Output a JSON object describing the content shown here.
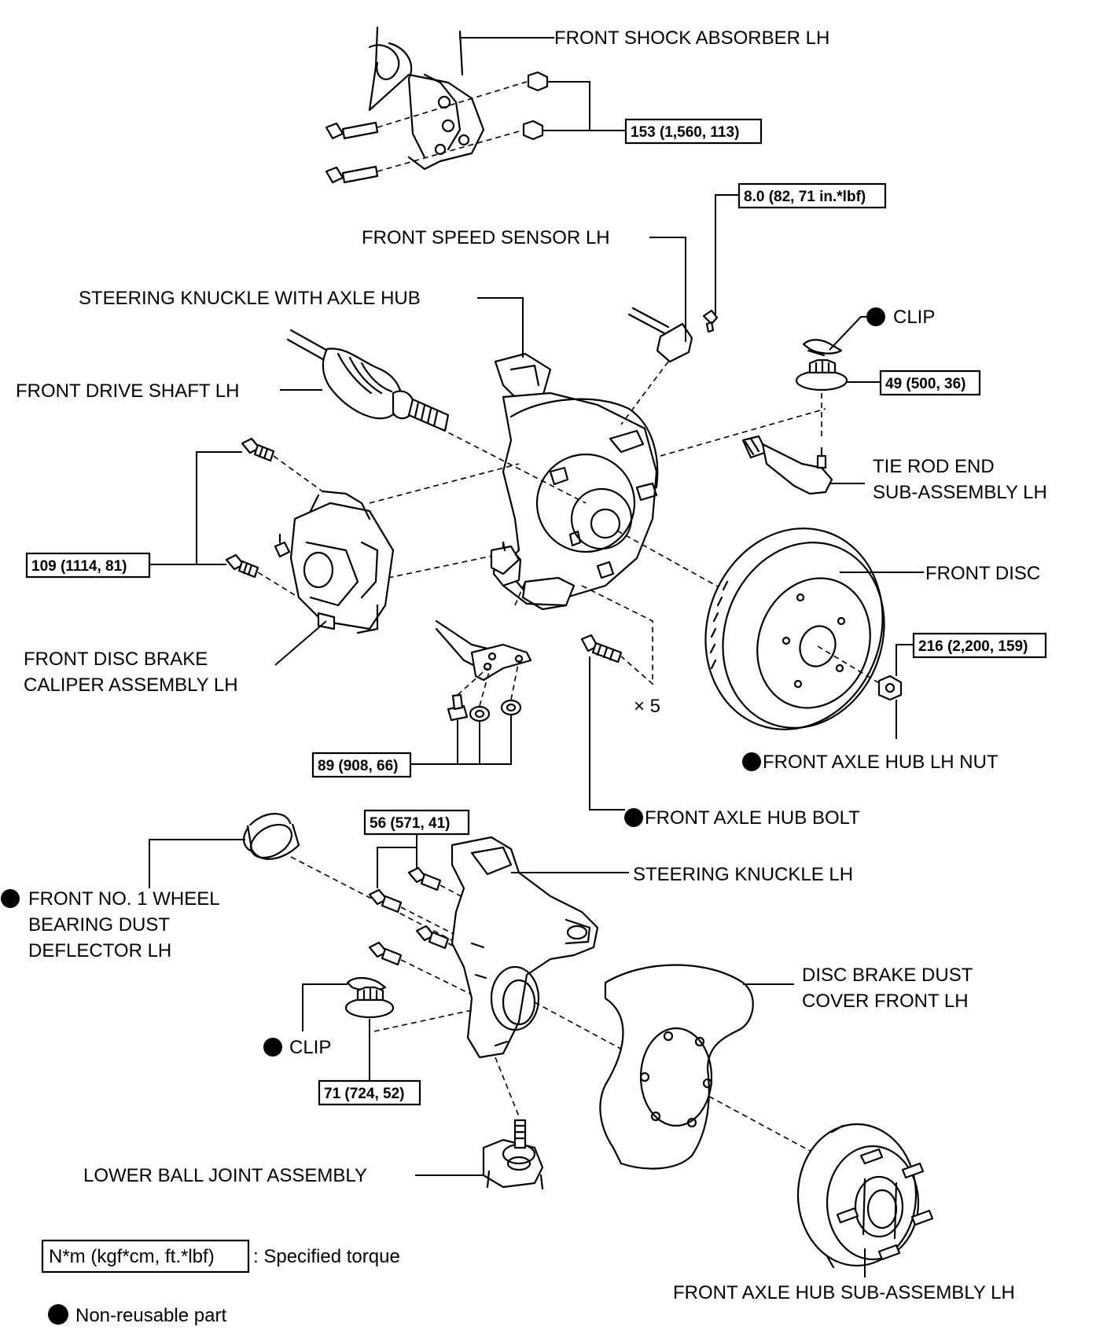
{
  "labels": {
    "front_shock_absorber": "FRONT SHOCK ABSORBER LH",
    "front_speed_sensor": "FRONT SPEED SENSOR LH",
    "steering_knuckle_with_axle_hub": "STEERING KNUCKLE WITH AXLE HUB",
    "clip_top": "CLIP",
    "front_drive_shaft": "FRONT DRIVE SHAFT LH",
    "tie_rod_end_line1": "TIE ROD END",
    "tie_rod_end_line2": "SUB-ASSEMBLY LH",
    "front_disc": "FRONT DISC",
    "caliper_line1": "FRONT DISC BRAKE",
    "caliper_line2": "CALIPER ASSEMBLY LH",
    "times_five": "× 5",
    "axle_hub_nut": "FRONT AXLE HUB LH NUT",
    "axle_hub_bolt": "FRONT AXLE HUB BOLT",
    "steering_knuckle": "STEERING KNUCKLE LH",
    "dust_deflector_line1": "FRONT NO. 1 WHEEL",
    "dust_deflector_line2": "BEARING DUST",
    "dust_deflector_line3": "DEFLECTOR LH",
    "dust_cover_line1": "DISC BRAKE DUST",
    "dust_cover_line2": "COVER FRONT LH",
    "clip_bottom": "CLIP",
    "lower_ball_joint": "LOWER BALL JOINT ASSEMBLY",
    "axle_hub_sub_assembly": "FRONT AXLE HUB SUB-ASSEMBLY LH"
  },
  "torques": {
    "shock_bolts": "153 (1,560, 113)",
    "speed_sensor_bolt": "8.0 (82, 71 in.*lbf)",
    "tie_rod_nut": "49 (500, 36)",
    "caliper_bolts": "109 (1114, 81)",
    "axle_hub_nut": "216 (2,200, 159)",
    "ball_joint_bolts": "89 (908, 66)",
    "knuckle_bolts": "56 (571, 41)",
    "lower_ball_joint_nut": "71 (724, 52)"
  },
  "legend": {
    "torque_unit_box": "N*m (kgf*cm, ft.*lbf)",
    "torque_desc": ": Specified torque",
    "non_reusable": "Non-reusable part"
  },
  "colors": {
    "ink": "#000000",
    "background": "#ffffff"
  },
  "icons": {
    "non_reusable_marker": "filled-circle"
  }
}
